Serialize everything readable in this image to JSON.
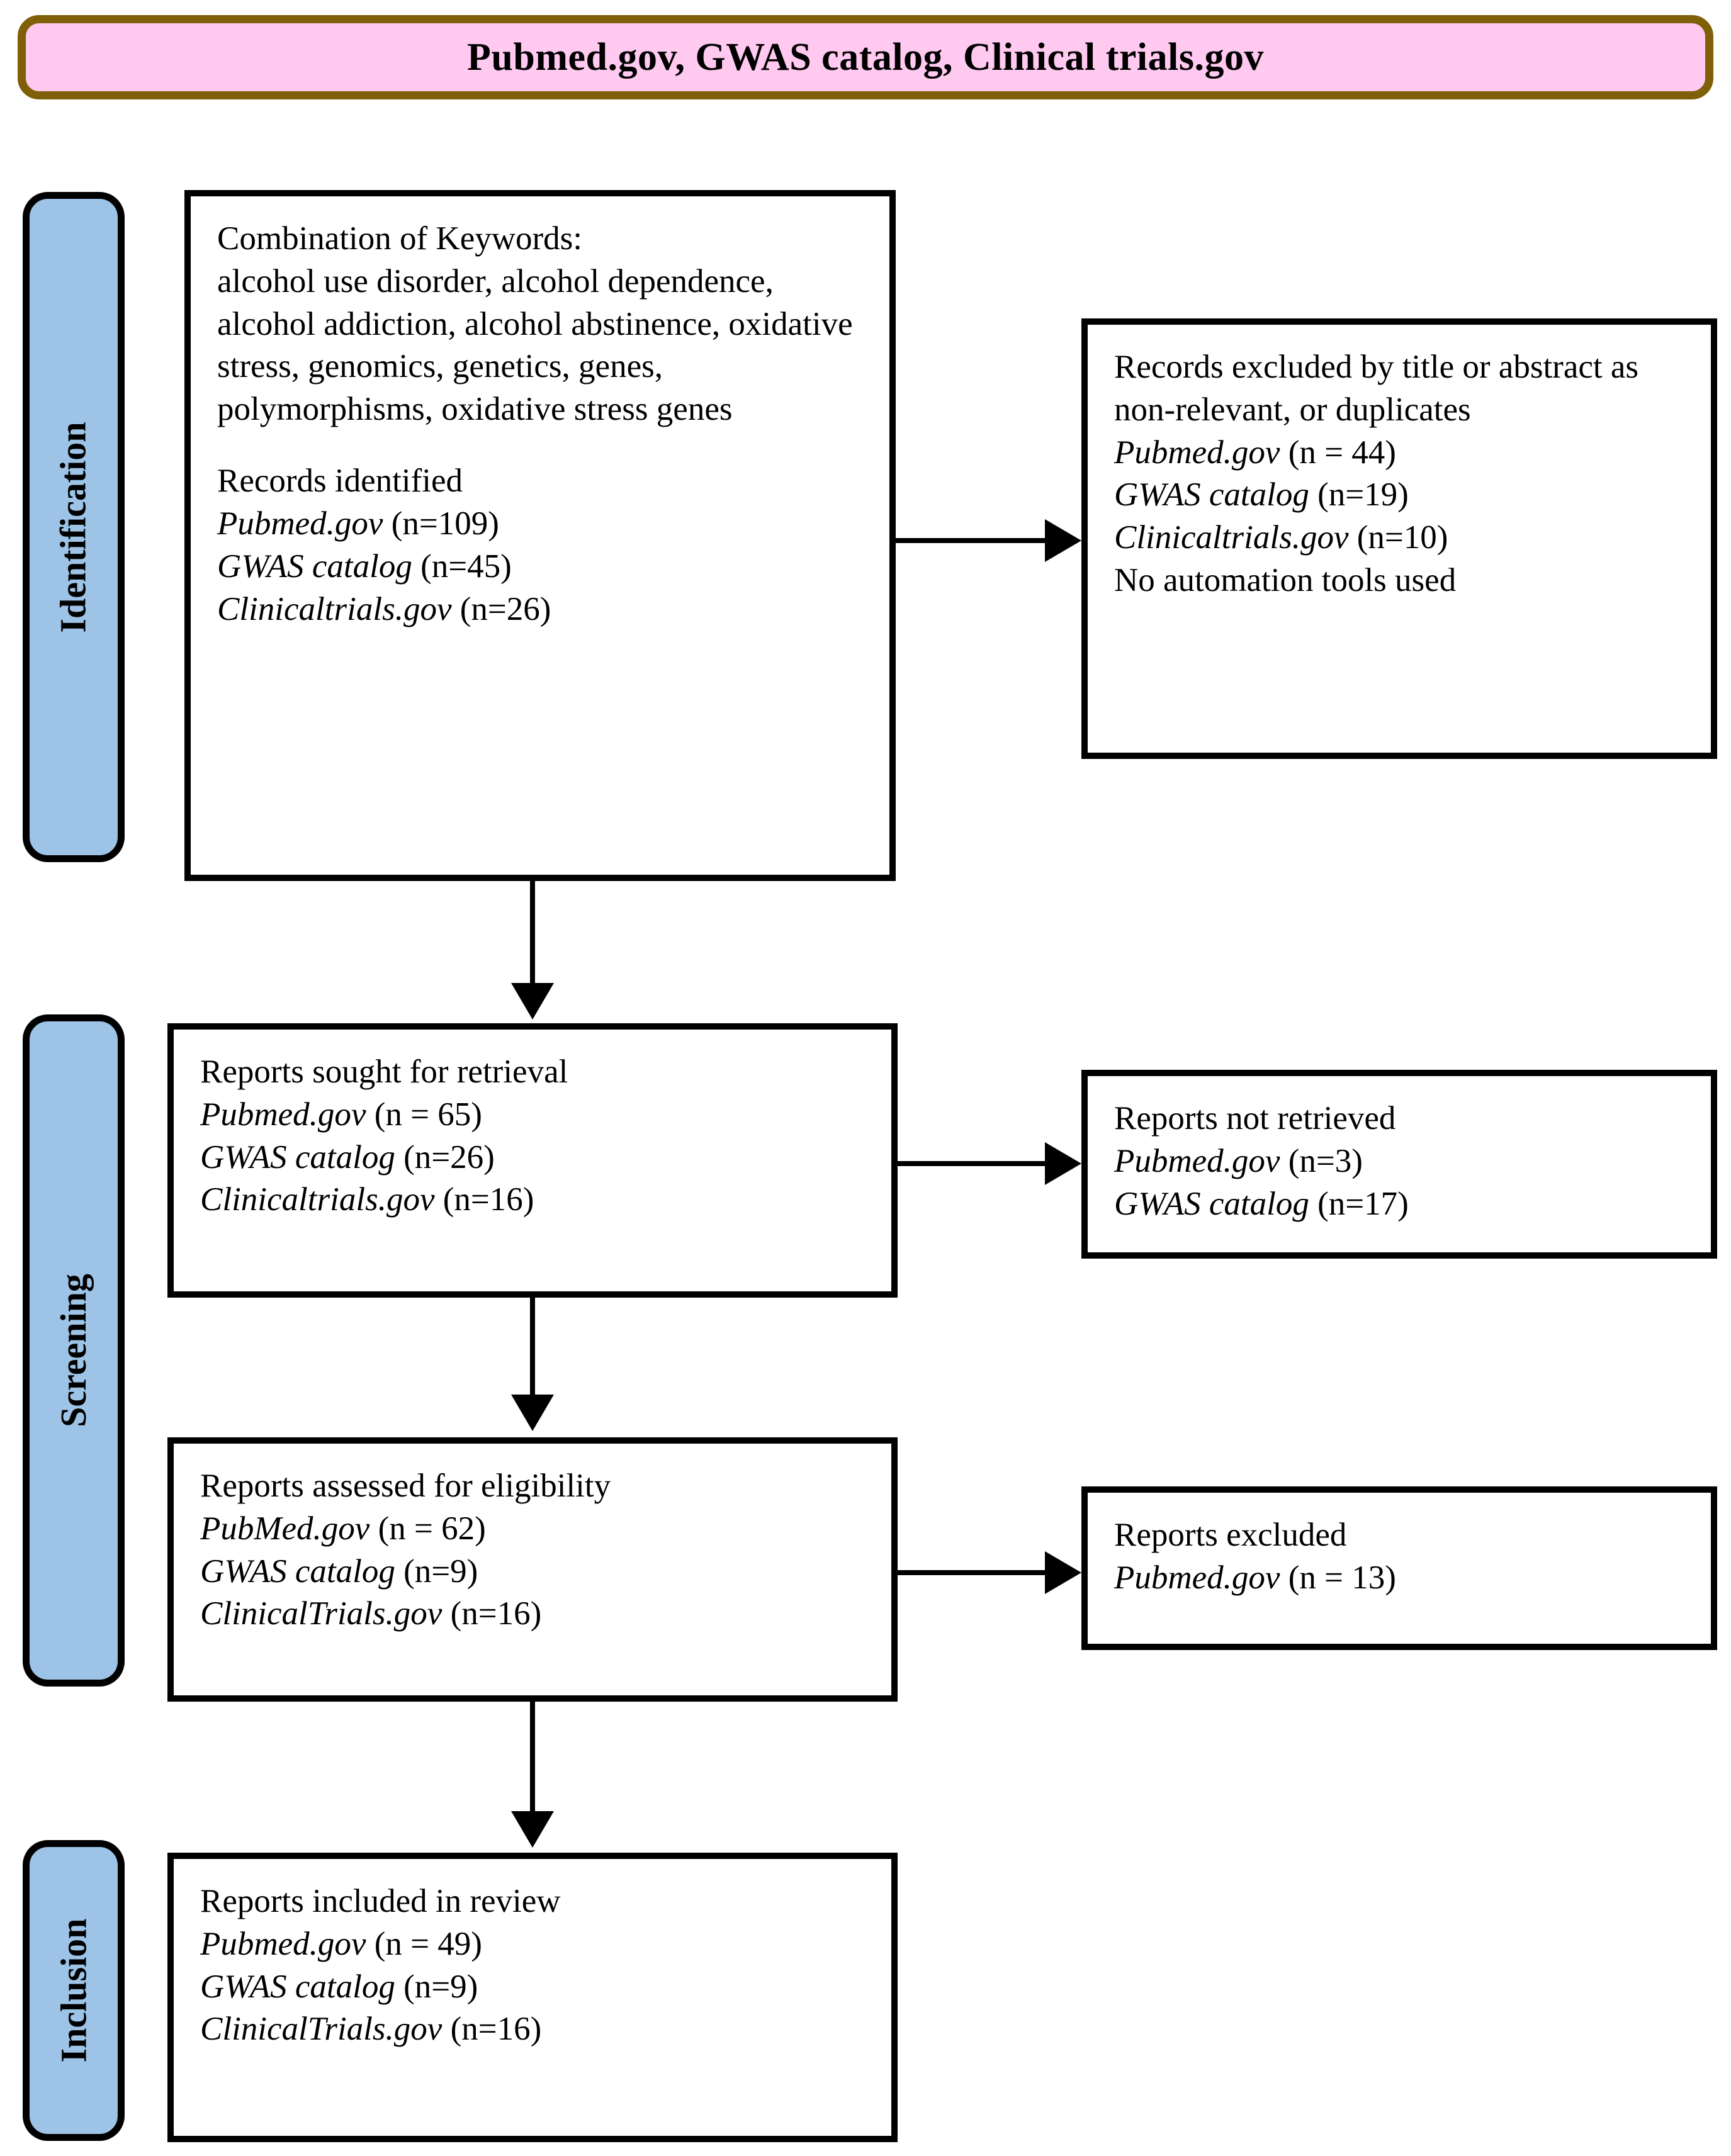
{
  "header": {
    "title": "Pubmed.gov, GWAS catalog, Clinical trials.gov",
    "fill_color": "#ffc9f0",
    "border_color": "#7f5f07"
  },
  "stages": {
    "fill_color": "#9dc3e6",
    "identification": "Identification",
    "screening": "Screening",
    "inclusion": "Inclusion"
  },
  "boxes": {
    "identified": {
      "keywords_heading": "Combination of Keywords:",
      "keywords_body": "alcohol use disorder, alcohol dependence, alcohol addiction, alcohol abstinence, oxidative stress, genomics, genetics, genes, polymorphisms, oxidative stress genes",
      "records_heading": "Records identified",
      "rows": [
        {
          "source": "Pubmed.gov",
          "count": "(n=109)"
        },
        {
          "source": "GWAS catalog",
          "count": "(n=45)"
        },
        {
          "source": "Clinicaltrials.gov",
          "count": "(n=26)"
        }
      ]
    },
    "excluded_1": {
      "heading": "Records excluded by title or abstract as non-relevant, or duplicates",
      "rows": [
        {
          "source": "Pubmed.gov",
          "count": "(n = 44)"
        },
        {
          "source": "GWAS catalog",
          "count": "(n=19)"
        },
        {
          "source": "Clinicaltrials.gov",
          "count": "(n=10)"
        }
      ],
      "footnote": "No automation tools used"
    },
    "sought": {
      "heading": "Reports sought for retrieval",
      "rows": [
        {
          "source": "Pubmed.gov",
          "count": "(n = 65)"
        },
        {
          "source": "GWAS catalog",
          "count": "(n=26)"
        },
        {
          "source": "Clinicaltrials.gov",
          "count": "(n=16)"
        }
      ]
    },
    "not_retrieved": {
      "heading": "Reports not retrieved",
      "rows": [
        {
          "source": "Pubmed.gov",
          "count": "(n=3)"
        },
        {
          "source": "GWAS catalog",
          "count": "(n=17)"
        }
      ]
    },
    "assessed": {
      "heading": "Reports assessed for eligibility",
      "rows": [
        {
          "source": "PubMed.gov",
          "count": "(n = 62)"
        },
        {
          "source": "GWAS catalog",
          "count": "(n=9)"
        },
        {
          "source": "ClinicalTrials.gov",
          "count": "(n=16)"
        }
      ]
    },
    "excluded_2": {
      "heading": "Reports excluded",
      "rows": [
        {
          "source": "Pubmed.gov",
          "count": "(n = 13)"
        }
      ]
    },
    "included": {
      "heading": "Reports included in review",
      "rows": [
        {
          "source": "Pubmed.gov",
          "count": "(n = 49)"
        },
        {
          "source": "GWAS catalog",
          "count": "(n=9)"
        },
        {
          "source": "ClinicalTrials.gov",
          "count": "(n=16)"
        }
      ]
    }
  }
}
